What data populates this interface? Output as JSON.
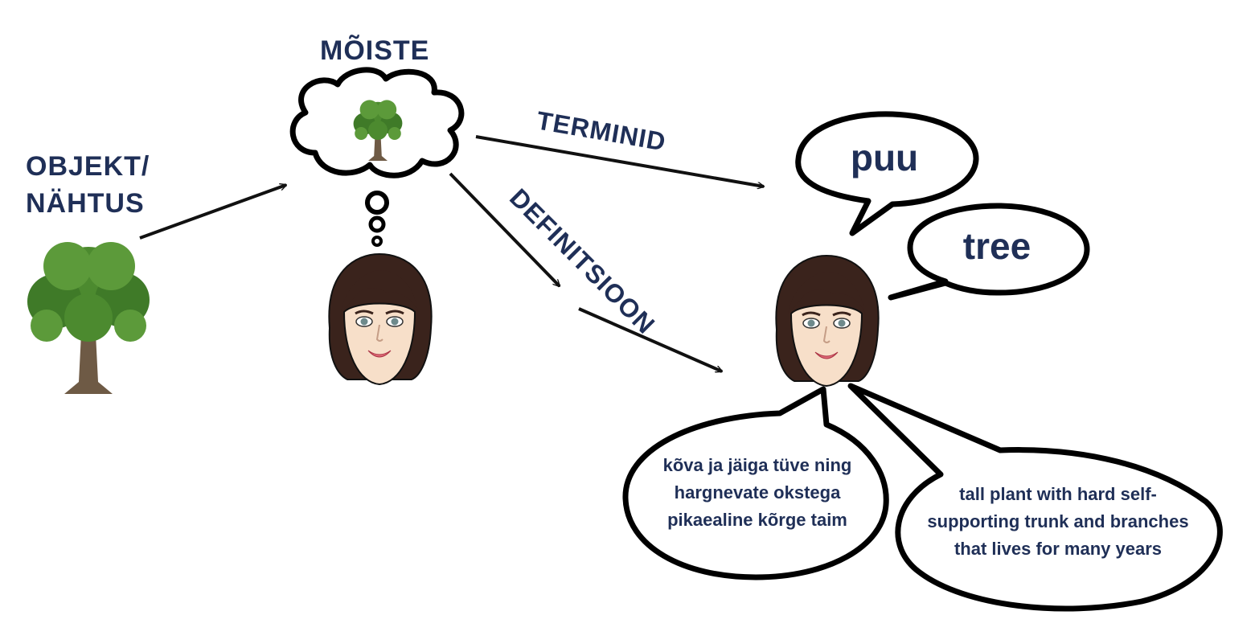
{
  "labels": {
    "object_line1": "OBJEKT/",
    "object_line2": "NÄHTUS",
    "concept": "MÕISTE",
    "terms": "TERMINID",
    "definition": "DEFINITSIOON"
  },
  "terms": {
    "estonian": "puu",
    "english": "tree"
  },
  "definitions": {
    "estonian": [
      "kõva ja jäiga tüve ning",
      "hargnevate okstega",
      "pikaealine kõrge taim"
    ],
    "english": [
      "tall plant with hard self-",
      "supporting trunk and branches",
      "that lives for many years"
    ]
  },
  "colors": {
    "text": "#1f2f57",
    "foliage": "#4c8a2f",
    "trunk": "#6e5a45",
    "hair": "#3a231c",
    "skin": "#f7dfc9"
  }
}
